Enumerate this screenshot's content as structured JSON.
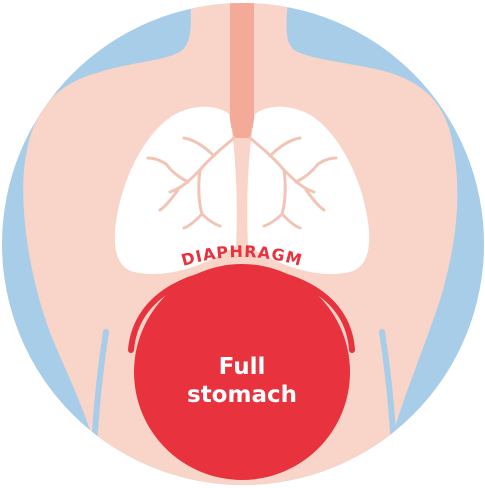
{
  "labels": {
    "diaphragm": "DIAPHRAGM",
    "stomach_line1": "Full",
    "stomach_line2": "stomach"
  },
  "colors": {
    "background": "#a8cde8",
    "body": "#f8d5c8",
    "trachea": "#f3aa98",
    "lungs": "#ffffff",
    "bronchi": "#f2c4b6",
    "diaphragm": "#e8323d",
    "stomach": "#e8323d",
    "stomach_text": "#ffffff"
  }
}
